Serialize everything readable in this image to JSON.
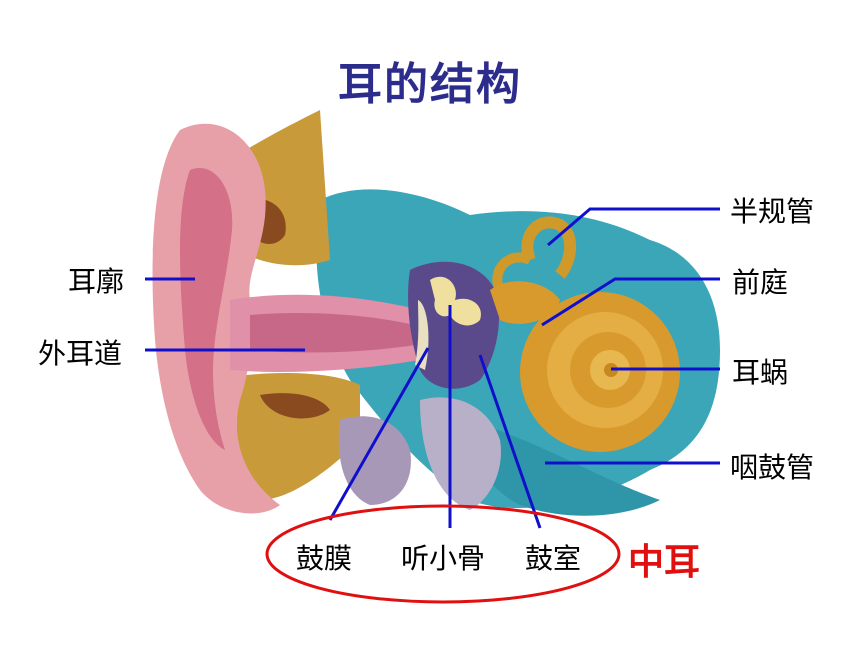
{
  "title": "耳的结构",
  "labels": {
    "pinna": "耳廓",
    "ear_canal": "外耳道",
    "semicircular_canals": "半规管",
    "vestibule": "前庭",
    "cochlea": "耳蜗",
    "eustachian_tube": "咽鼓管",
    "eardrum": "鼓膜",
    "ossicles": "听小骨",
    "tympanic_cavity": "鼓室",
    "middle_ear": "中耳"
  },
  "colors": {
    "title": "#2c2c8c",
    "leader_line": "#1010cc",
    "middle_ear": "#e01010"
  }
}
